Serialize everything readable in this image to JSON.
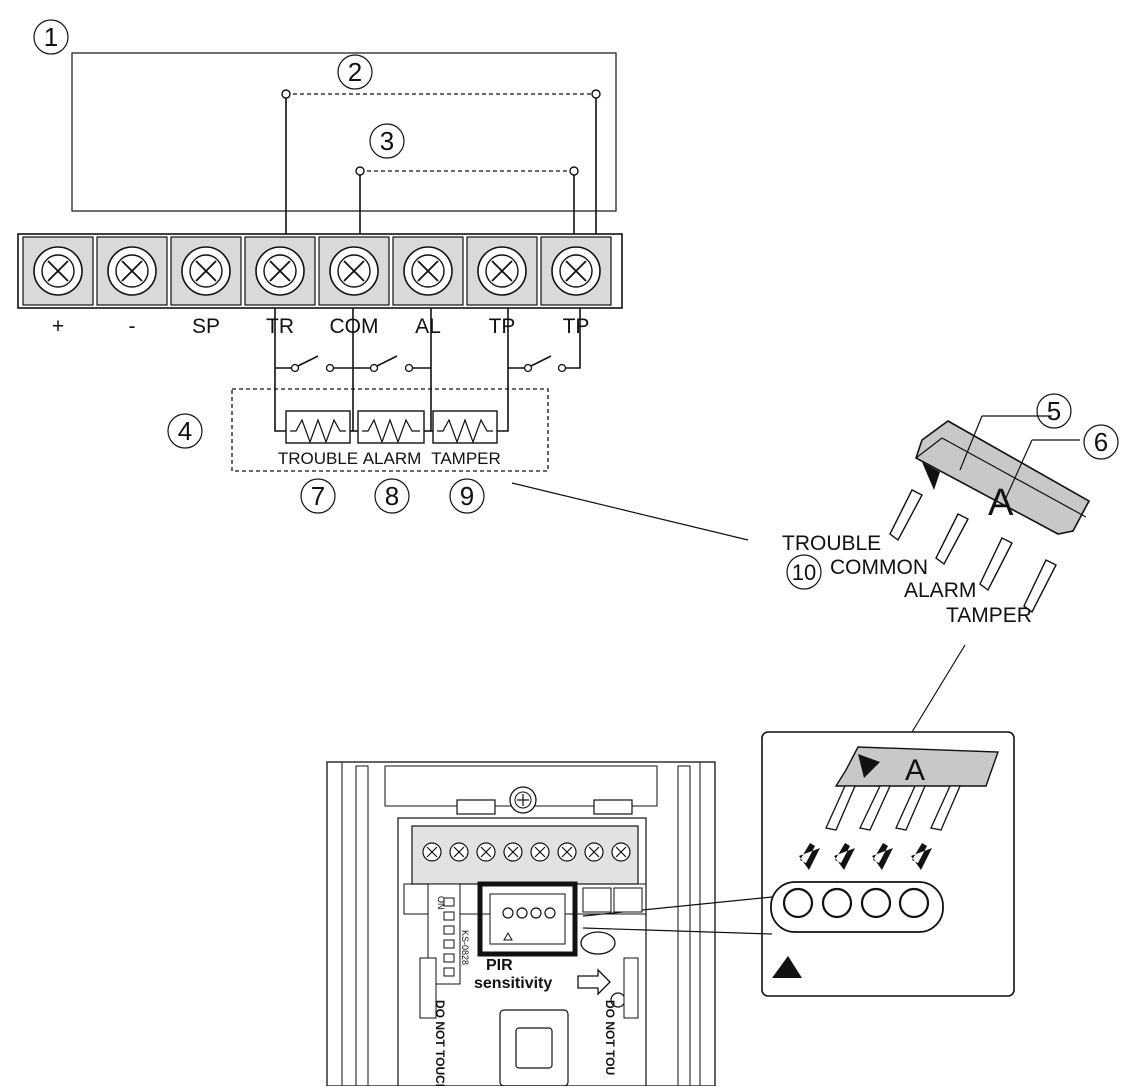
{
  "callouts": {
    "c1": "1",
    "c2": "2",
    "c3": "3",
    "c4": "4",
    "c5": "5",
    "c6": "6",
    "c7": "7",
    "c8": "8",
    "c9": "9",
    "c10": "10"
  },
  "terminals": [
    "+",
    "-",
    "SP",
    "TR",
    "COM",
    "AL",
    "TP",
    "TP"
  ],
  "resistors": {
    "trouble": "TROUBLE",
    "alarm": "ALARM",
    "tamper": "TAMPER"
  },
  "chip": {
    "letter": "A",
    "pins": {
      "trouble": "TROUBLE",
      "common": "COMMON",
      "alarm": "ALARM",
      "tamper": "TAMPER"
    }
  },
  "inset": {
    "letter": "A"
  },
  "board": {
    "pir_label": "PIR",
    "sensitivity_label": "sensitivity",
    "switch_on": "ON",
    "switch_model": "KS-0828",
    "warning_left": "DO NOT TOUCH",
    "warning_right": "DO NOT TOU"
  },
  "colors": {
    "line": "#111111",
    "terminal_fill": "#d9d9d9",
    "chip_fill": "#c8c8c8"
  }
}
